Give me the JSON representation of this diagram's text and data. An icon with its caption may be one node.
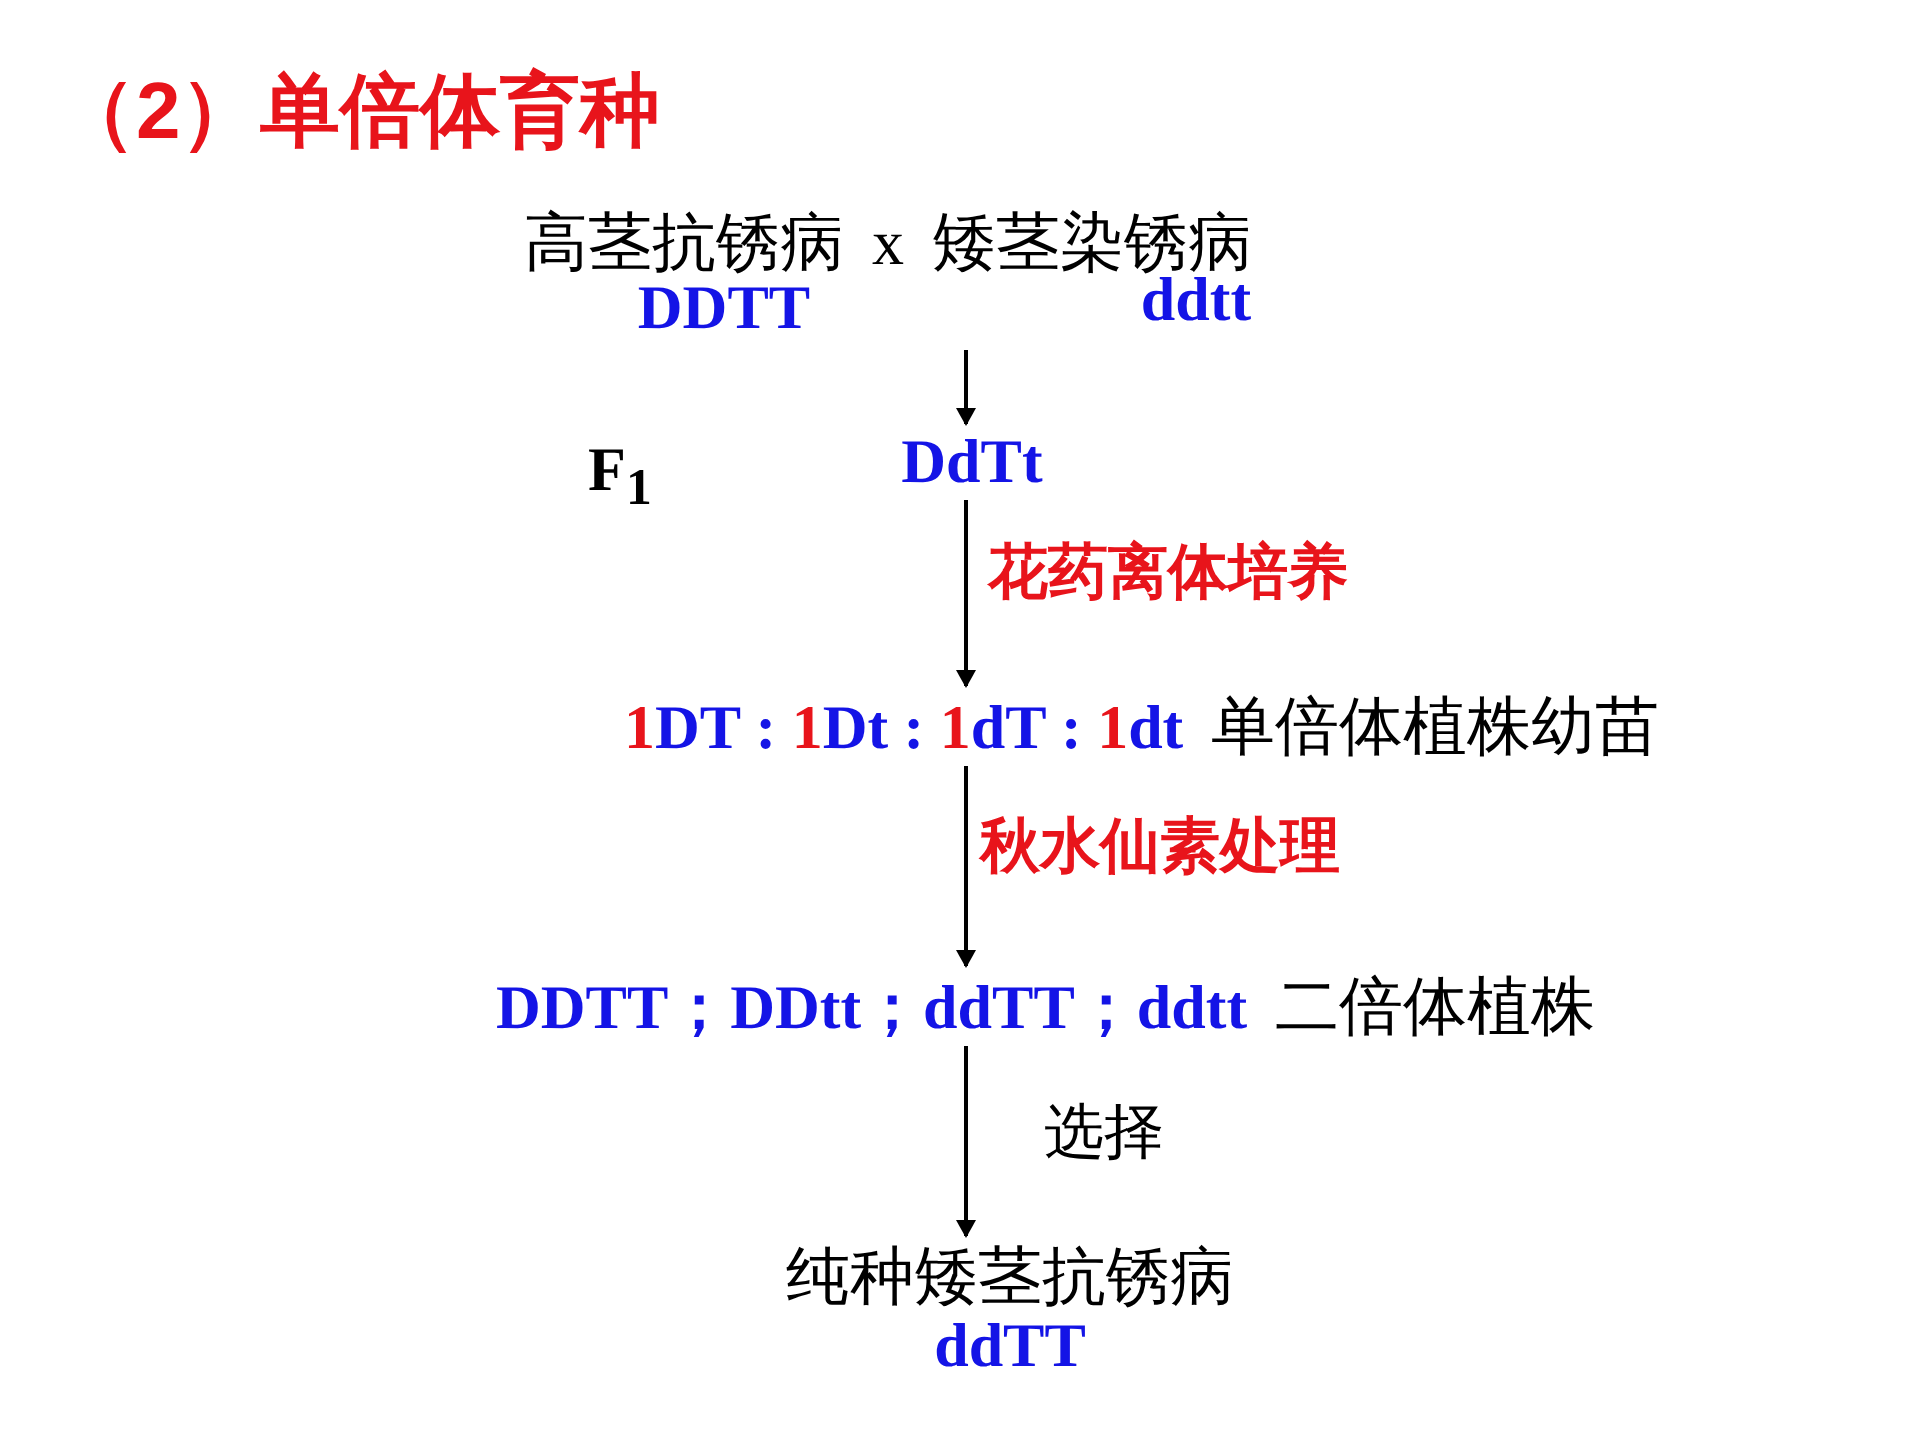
{
  "diagram": {
    "title": "（2）单倍体育种",
    "nodes": [
      {
        "text": [
          "高茎抗锈病 x 矮茎染锈病"
        ]
      },
      {
        "text": [
          "DDTT"
        ],
        "in": 0
      },
      {
        "text": [
          "ddtt"
        ],
        "in": 0
      },
      {
        "text": [
          "DdTt"
        ]
      },
      {
        "text": [
          "1DT : 1Dt : 1dT : 1dt",
          "单倍体植株幼苗"
        ]
      },
      {
        "text": [
          "DDTT；DDtt；ddTT；ddtt",
          "二倍体植株"
        ]
      },
      {
        "text": [
          "纯种矮茎抗锈病",
          "ddTT"
        ]
      }
    ],
    "edges": [
      {
        "from": 0,
        "to": 3,
        "arrow": "to"
      },
      {
        "from": 3,
        "to": 4,
        "arrow": "to",
        "label": "花药离体培养"
      },
      {
        "from": 4,
        "to": 5,
        "arrow": "to",
        "label": "秋水仙素处理"
      },
      {
        "from": 5,
        "to": 6,
        "arrow": "to",
        "label": "选择"
      }
    ],
    "labels": [
      "F$_{1}$"
    ]
  }
}
